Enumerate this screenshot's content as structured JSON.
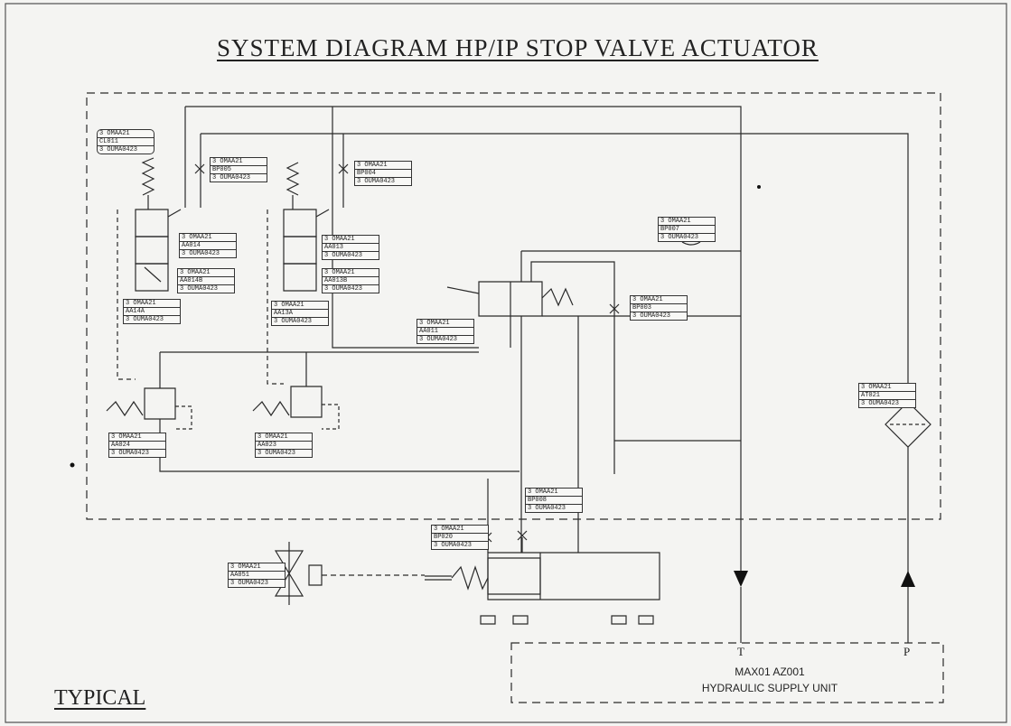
{
  "title": "SYSTEM DIAGRAM HP/IP STOP VALVE ACTUATOR",
  "footer_label": "TYPICAL",
  "supply_unit": {
    "tag": "MAX01 AZ001",
    "name": "HYDRAULIC SUPPLY UNIT",
    "port_t": "T",
    "port_p": "P"
  },
  "tags": {
    "cl011": [
      "3 OMAA21",
      "CL011",
      "3 OUMA0423"
    ],
    "bp005": [
      "3 OMAA21",
      "BP005",
      "3 OUMA0423"
    ],
    "bp004": [
      "3 OMAA21",
      "BP004",
      "3 OUMA0423"
    ],
    "aa014": [
      "3 OMAA21",
      "AA014",
      "3 OUMA0423"
    ],
    "aa014b": [
      "3 OMAA21",
      "AA014B",
      "3 OUMA0423"
    ],
    "aa014a": [
      "3 OMAA21",
      "AA14A",
      "3 OUMA0423"
    ],
    "aa013": [
      "3 OMAA21",
      "AA013",
      "3 OUMA0423"
    ],
    "aa013b": [
      "3 OMAA21",
      "AA013B",
      "3 OUMA0423"
    ],
    "aa013a": [
      "3 OMAA21",
      "AA13A",
      "3 OUMA0423"
    ],
    "bp007": [
      "3 OMAA21",
      "BP007",
      "3 OUMA0423"
    ],
    "bp003": [
      "3 OMAA21",
      "BP003",
      "3 OUMA0423"
    ],
    "aa011": [
      "3 OMAA21",
      "AA011",
      "3 OUMA0423"
    ],
    "aa024": [
      "3 OMAA21",
      "AA024",
      "3 OUMA0423"
    ],
    "aa023": [
      "3 OMAA21",
      "AA023",
      "3 OUMA0423"
    ],
    "bp008": [
      "3 OMAA21",
      "BP008",
      "3 OUMA0423"
    ],
    "bp020": [
      "3 OMAA21",
      "BP020",
      "3 OUMA0423"
    ],
    "aa051": [
      "3 OMAA21",
      "AA051",
      "3 OUMA0423"
    ],
    "at021": [
      "3 OMAA21",
      "AT021",
      "3 OUMA0423"
    ]
  }
}
